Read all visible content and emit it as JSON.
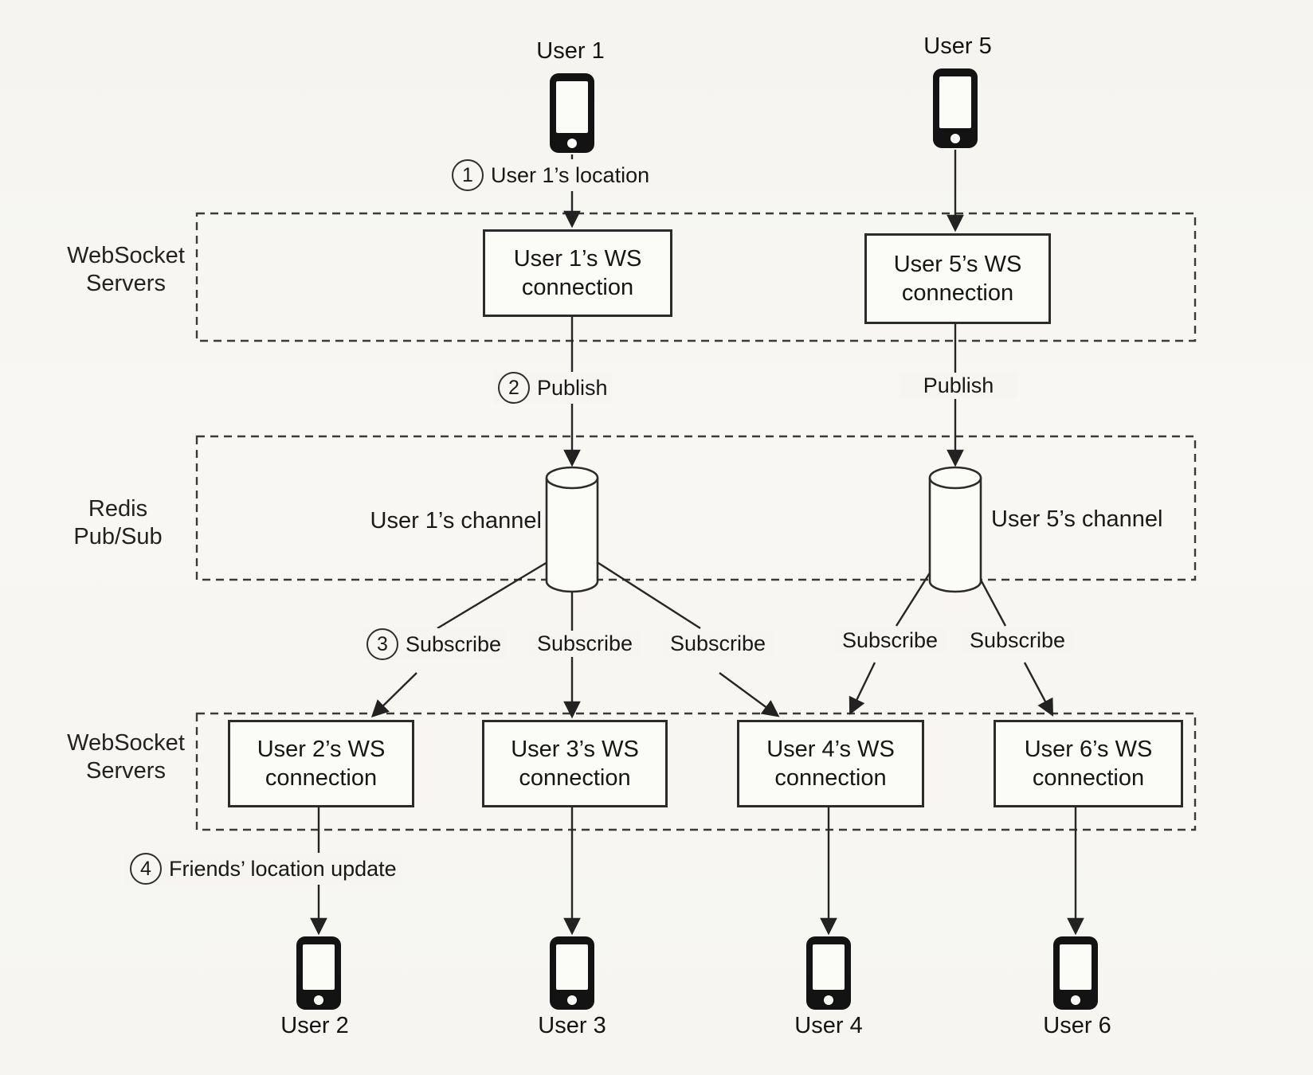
{
  "figure": {
    "regions": {
      "ws_top": {
        "line1": "WebSocket",
        "line2": "Servers"
      },
      "redis": {
        "line1": "Redis",
        "line2": "Pub/Sub"
      },
      "ws_bottom": {
        "line1": "WebSocket",
        "line2": "Servers"
      }
    },
    "users": {
      "user1": "User 1",
      "user2": "User 2",
      "user3": "User 3",
      "user4": "User 4",
      "user5": "User 5",
      "user6": "User 6"
    },
    "ws_boxes": {
      "user1": {
        "line1": "User 1’s WS",
        "line2": "connection"
      },
      "user5": {
        "line1": "User 5’s WS",
        "line2": "connection"
      },
      "user2": {
        "line1": "User 2’s WS",
        "line2": "connection"
      },
      "user3": {
        "line1": "User 3’s WS",
        "line2": "connection"
      },
      "user4": {
        "line1": "User 4’s WS",
        "line2": "connection"
      },
      "user6": {
        "line1": "User 6’s WS",
        "line2": "connection"
      }
    },
    "channels": {
      "user1": "User 1’s channel",
      "user5": "User 5’s channel"
    },
    "steps": {
      "s1": {
        "num": "1",
        "text": "User 1’s location"
      },
      "s2": {
        "num": "2",
        "text": "Publish"
      },
      "s3": {
        "num": "3",
        "text": "Subscribe"
      },
      "s4": {
        "num": "4",
        "text": "Friends’ location update"
      }
    },
    "edge_labels": {
      "publish_user5": "Publish",
      "subscribe": [
        "Subscribe",
        "Subscribe",
        "Subscribe",
        "Subscribe"
      ]
    },
    "colors": {
      "ink": "#1b1b1b",
      "paper": "#f6f5f1",
      "line": "#262626"
    }
  }
}
